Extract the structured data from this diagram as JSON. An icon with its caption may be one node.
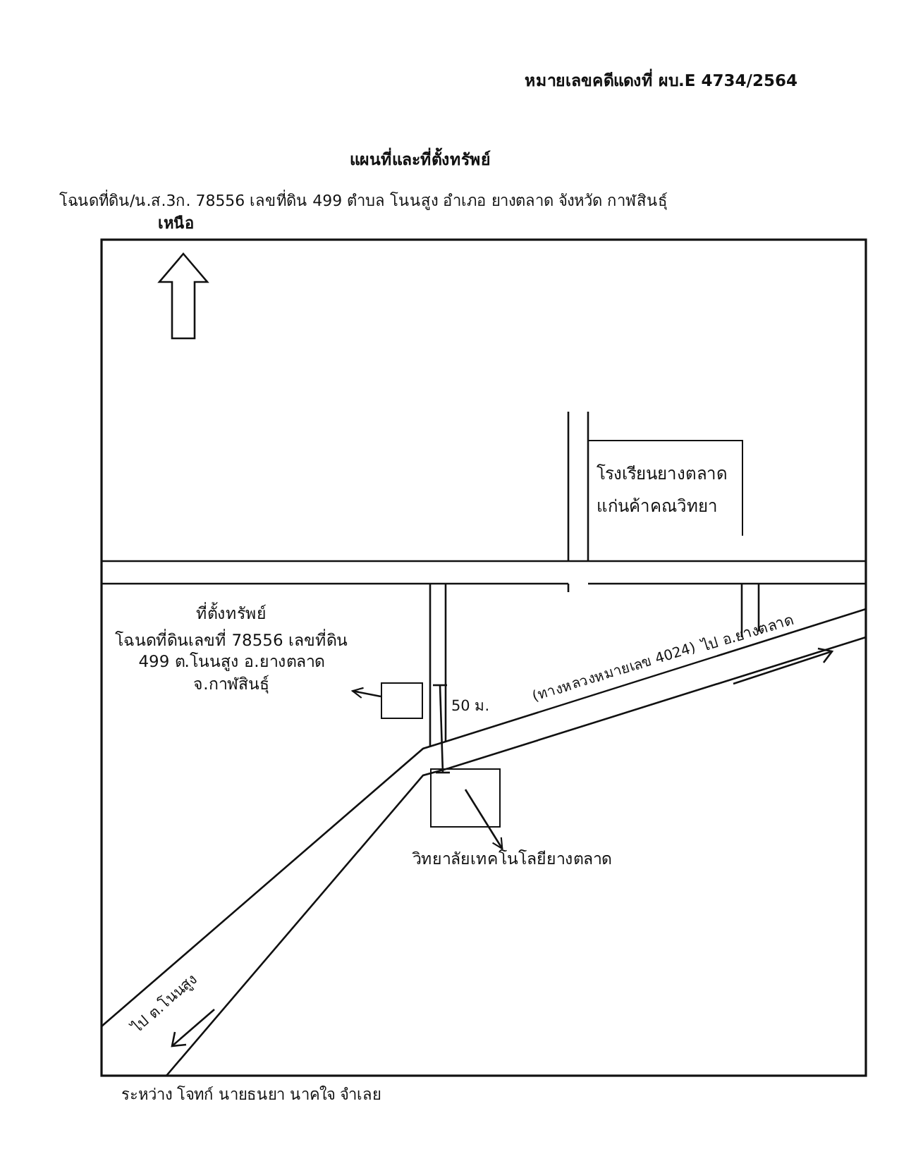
{
  "diagram": {
    "title": "แผนที่และที่ตั้งทรัพย์",
    "nodes": [
      {
        "text": [
          "ที่ตั้งทรัพย์",
          "โฉนดที่ดินเลขที่ 78556 เลขที่ดิน 499 ต.โนนสูง อ.ยางตลาด จ.กาฬสินธุ์"
        ]
      },
      {
        "text": [],
        "shape": "box"
      },
      {
        "text": [
          "โรงเรียนยางตลาดแก่นค้าคณวิทยา"
        ]
      },
      {
        "text": [],
        "shape": "box"
      },
      {
        "text": [
          "วิทยาลัยเทคโนโลยียางตลาด"
        ]
      }
    ],
    "edges": [
      {
        "from": 1,
        "to": 0,
        "arrow": "to"
      },
      {
        "from": 3,
        "to": 4,
        "arrow": "to"
      }
    ],
    "labels": [
      "หมายเลขคดีแดงที่ ผบ.E 4734/2564",
      "โฉนดที่ดิน/น.ส.3ก. 78556 เลขที่ดิน 499 ตำบล โนนสูง อำเภอ ยางตลาด จังหวัด กาฬสินธุ์",
      "เหนือ",
      "50 ม.",
      "(ทางหลวงหมายเลข 4024)",
      "ไป อ.ยางตลาด",
      "ไป ต.โนนสูง",
      "ระหว่าง โจทก์ นายธนยา นาคใจ จำเลย"
    ]
  }
}
